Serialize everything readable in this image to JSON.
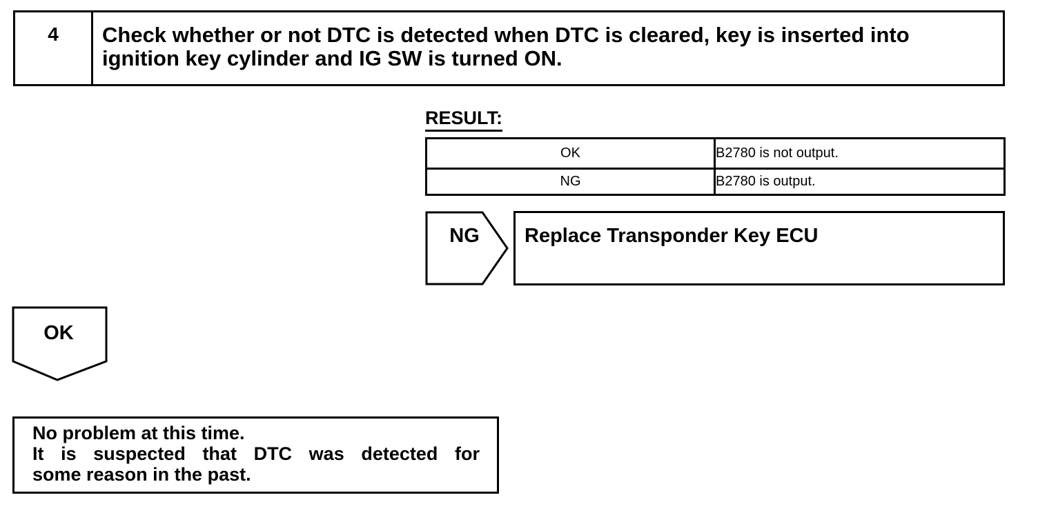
{
  "step": {
    "number": "4",
    "title": "Check whether or not DTC is detected when DTC is cleared, key is inserted into\nignition key cylinder and IG SW is turned ON."
  },
  "result": {
    "heading": "RESULT:",
    "rows": [
      {
        "label": "OK",
        "description": "B2780 is not output."
      },
      {
        "label": "NG",
        "description": "B2780 is output."
      }
    ]
  },
  "ng_branch": {
    "label": "NG",
    "action": "Replace Transponder Key ECU"
  },
  "ok_branch": {
    "label": "OK"
  },
  "conclusion": {
    "lines": [
      "No problem at this time.",
      "It is suspected that DTC was detected for",
      "some reason in the past."
    ]
  }
}
